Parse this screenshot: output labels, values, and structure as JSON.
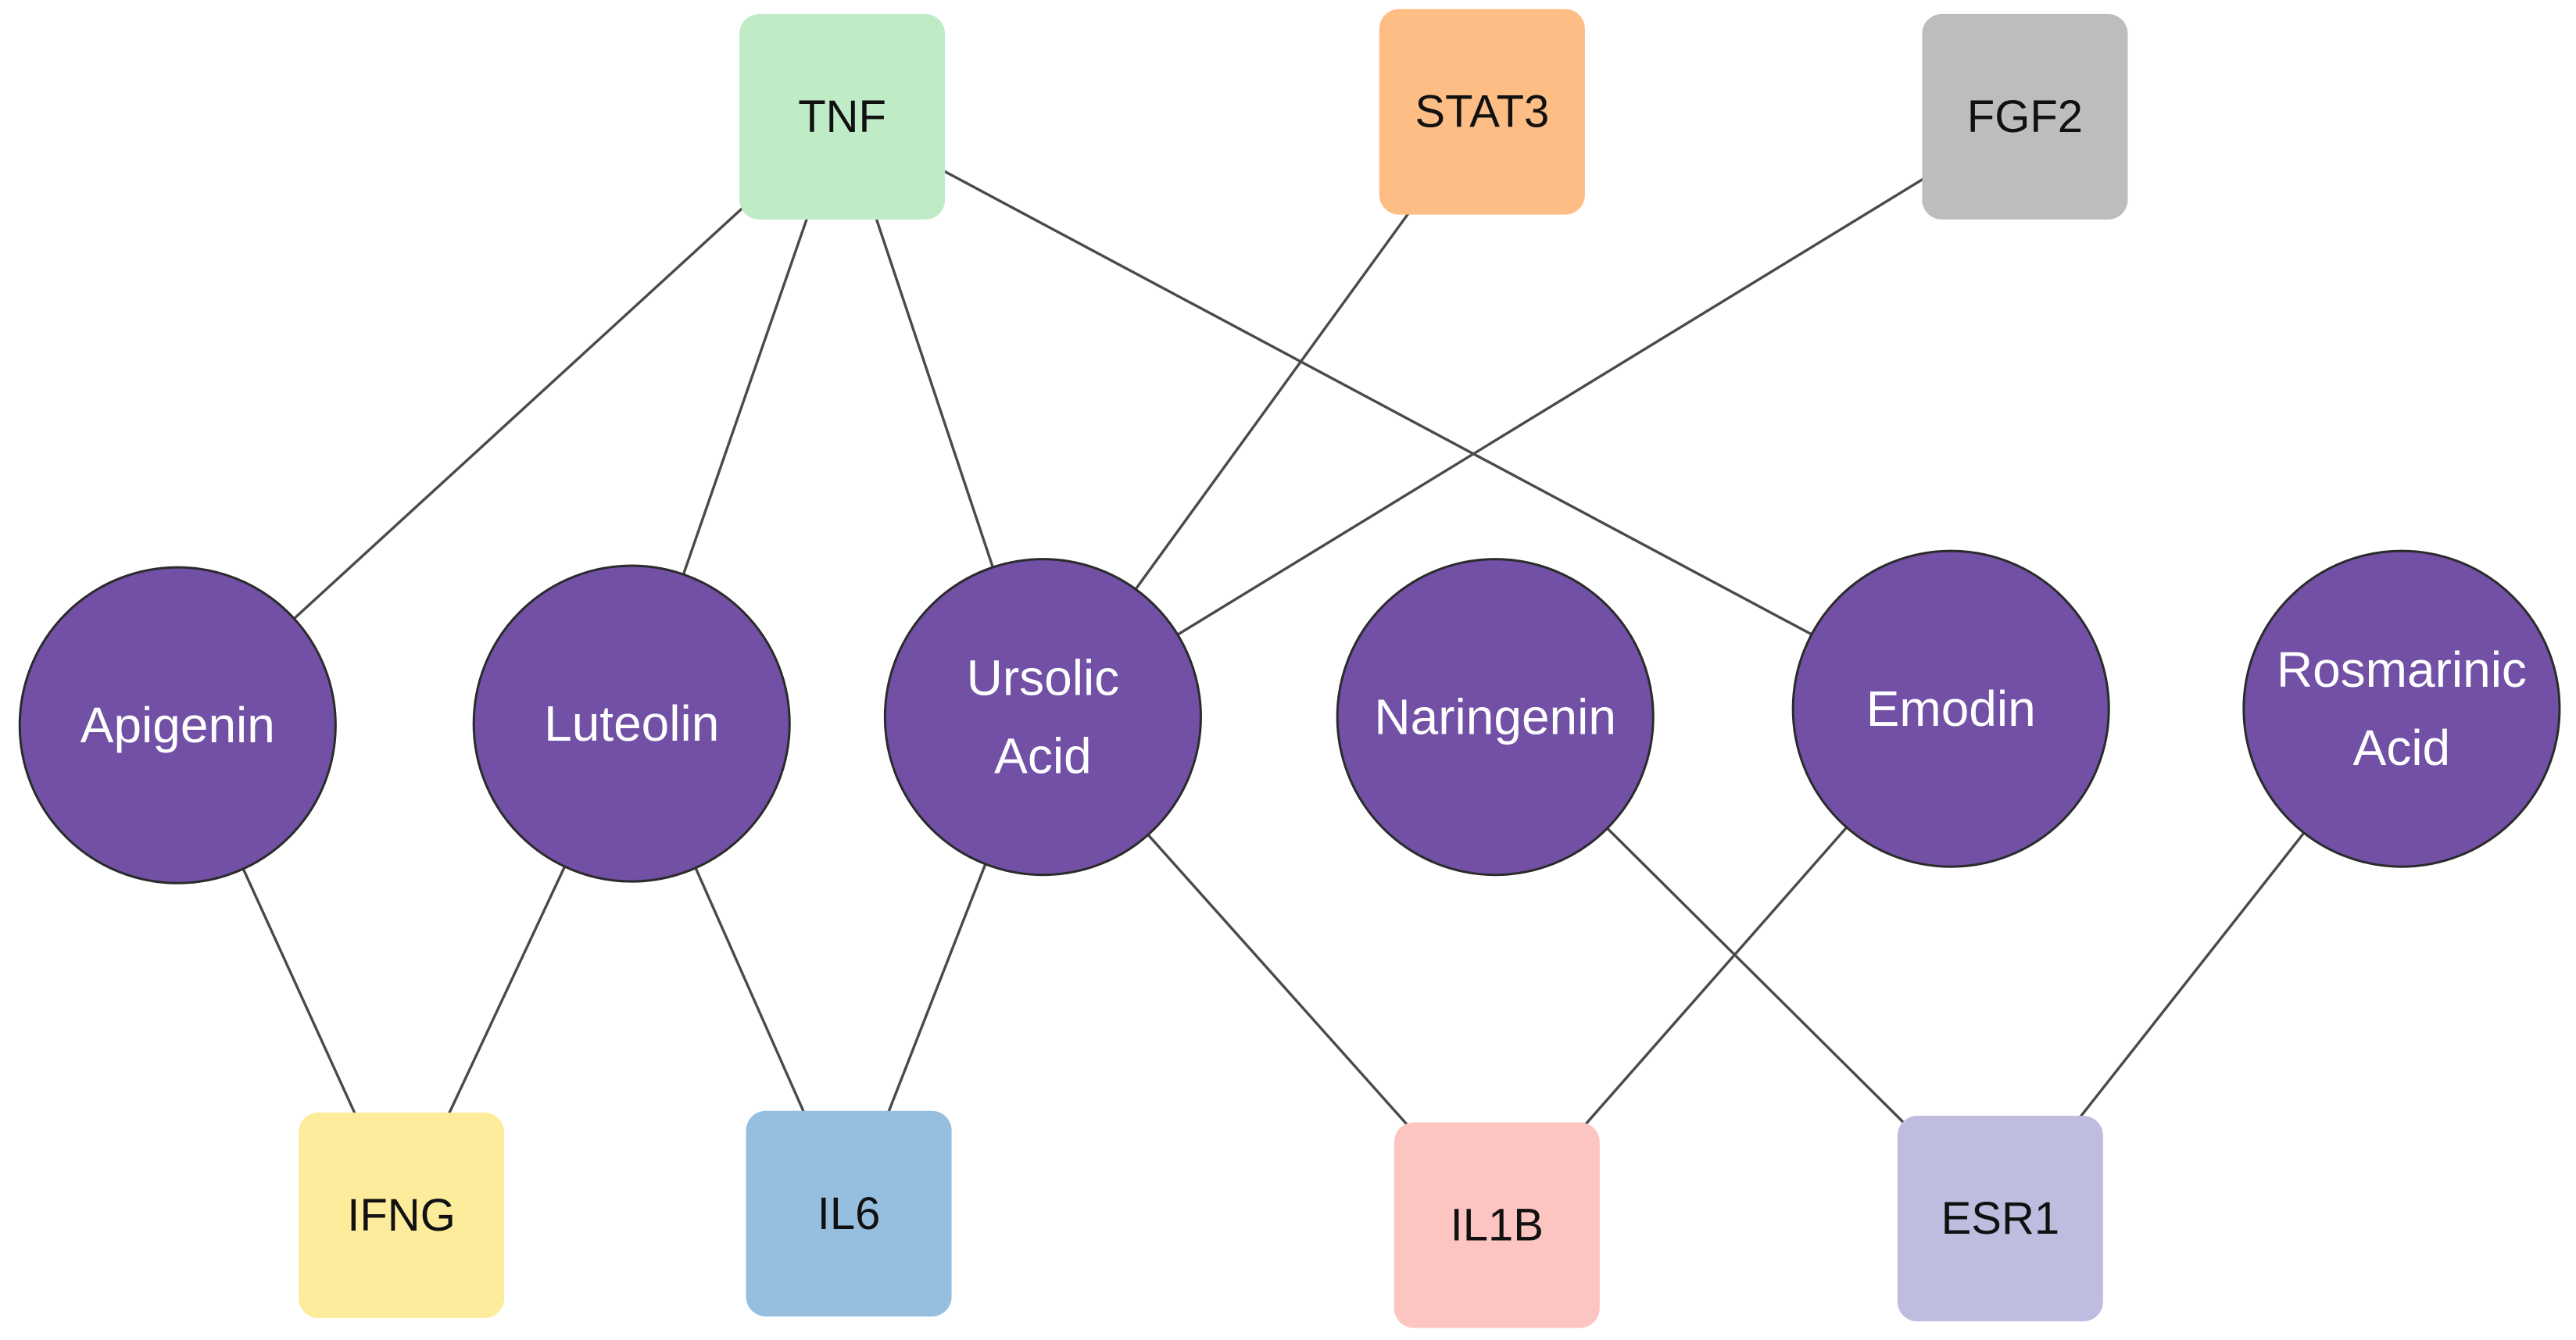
{
  "colors": {
    "compound": "#7150a5",
    "edge": "#4a4a4a"
  },
  "targets": {
    "tnf": {
      "label": "TNF",
      "color": "#c0ebc7"
    },
    "stat3": {
      "label": "STAT3",
      "color": "#fdbd84"
    },
    "fgf2": {
      "label": "FGF2",
      "color": "#bdbdbd"
    },
    "ifng": {
      "label": "IFNG",
      "color": "#fdec9c"
    },
    "il6": {
      "label": "IL6",
      "color": "#95bedf"
    },
    "il1b": {
      "label": "IL1B",
      "color": "#fdc5c2"
    },
    "esr1": {
      "label": "ESR1",
      "color": "#bebde0"
    }
  },
  "compounds": {
    "apigenin": {
      "lines": [
        "Apigenin"
      ]
    },
    "luteolin": {
      "lines": [
        "Luteolin"
      ]
    },
    "ursolic": {
      "lines": [
        "Ursolic",
        "Acid"
      ]
    },
    "naringenin": {
      "lines": [
        "Naringenin"
      ]
    },
    "emodin": {
      "lines": [
        "Emodin"
      ]
    },
    "rosmarinic": {
      "lines": [
        "Rosmarinic",
        "Acid"
      ]
    }
  },
  "edges": [
    [
      "tnf",
      "apigenin"
    ],
    [
      "tnf",
      "luteolin"
    ],
    [
      "tnf",
      "ursolic"
    ],
    [
      "tnf",
      "emodin"
    ],
    [
      "stat3",
      "ursolic"
    ],
    [
      "fgf2",
      "ursolic"
    ],
    [
      "apigenin",
      "ifng"
    ],
    [
      "luteolin",
      "ifng"
    ],
    [
      "luteolin",
      "il6"
    ],
    [
      "ursolic",
      "il6"
    ],
    [
      "ursolic",
      "il1b"
    ],
    [
      "emodin",
      "il1b"
    ],
    [
      "naringenin",
      "esr1"
    ],
    [
      "rosmarinic",
      "esr1"
    ]
  ]
}
